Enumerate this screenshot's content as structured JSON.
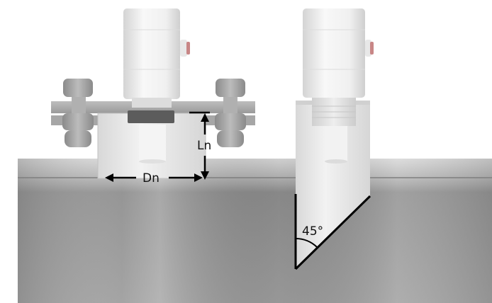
{
  "labels": {
    "nozzle_length": "Ln",
    "nozzle_diameter": "Dn",
    "cut_angle": "45°"
  },
  "colors": {
    "background": "#ffffff",
    "tank_top_light": "#c4c4c4",
    "tank_body_dark": "#8f8f8f",
    "flange_gray": "#a9a9a9",
    "nut_gray": "#9a9a9a",
    "sensor_body_white": "#efefef",
    "nozzle_pipe_white": "#e6e6e6",
    "gasket_dark": "#5c5c5c",
    "led_red": "#c88686",
    "dimension_line": "#000000"
  },
  "icons": {
    "left_figure": "flanged-nozzle-sensor-icon",
    "right_figure": "angled-nozzle-sensor-icon"
  }
}
